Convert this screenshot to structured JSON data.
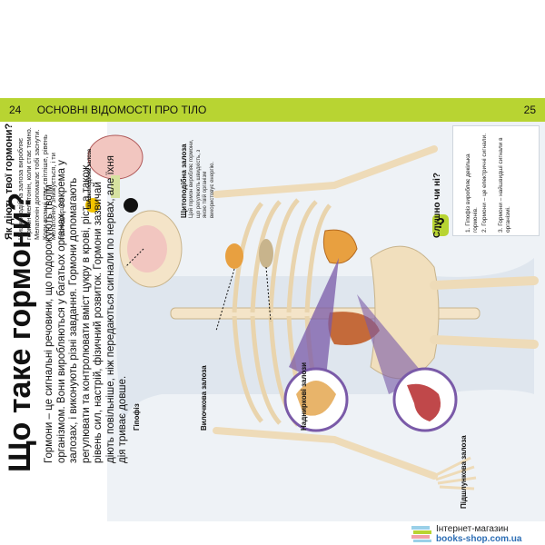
{
  "header": {
    "left_page_number": "24",
    "section_title": "ОСНОВНІ ВІДОМОСТІ ПРО ТІЛО",
    "right_page_number": "25"
  },
  "title": "Що таке гормони?",
  "intro": "Гормони – це сигнальні речовини, що подорожують твоїм організмом. Вони виробляються у багатьох органах, зокрема у залозах, і виконують різні завдання. Гормони допомагають регулювати та контролювати вміст цукру в крові, ріст, а також рівень сил, настрій, фізичний розвиток. Гормони зазвичай діють повільніше, ніж передаються сигнали по нервах, але їхня дія триває довше.",
  "sidebar_question": {
    "title": "Як діють твої гормони?",
    "text": "Шишкоподібна залоза виробляє гормон мелатонін, коли стає темно. Мелатонін допомагає тобі заснути. Коли вранці стає світліше, рівень мелатоніну знижується, і ти прокидаєшся."
  },
  "diagram_labels": {
    "pineal_small": "Шишкоподібна залоза",
    "day": "",
    "night": ""
  },
  "captions": {
    "pineal": {
      "title": "Гіпофіз",
      "text": ""
    },
    "thymus": {
      "title": "Вилочкова залоза",
      "text": ""
    },
    "thyroid": {
      "title": "Щитоподібна залоза",
      "text": "Цей гормон виробляє гормони, що регулюють швидкість, з якою твій організм використовує енергію."
    },
    "adrenal": {
      "title": "Надниркові залози",
      "text": ""
    },
    "pancreas": {
      "title": "Підшлункова залоза",
      "text": ""
    }
  },
  "quiz": {
    "title": "Слушно чи ні?",
    "badge": "?",
    "items": [
      "1. Гіпофіз виробляє декілька гормонів.",
      "2. Гормони – це електричні сигнали.",
      "3. Гормони – найшвидші сигнали в організмі."
    ],
    "answers": ""
  },
  "footer": {
    "line1": "Інтернет-магазин",
    "line2": "books-shop.com.ua"
  },
  "colors": {
    "accent_green": "#b8d432",
    "panel_bg": "#eef2f6",
    "bone": "#f4e4c8",
    "gland_orange": "#e8a040",
    "purple": "#7a5aa8",
    "link_blue": "#2c6eb5"
  }
}
